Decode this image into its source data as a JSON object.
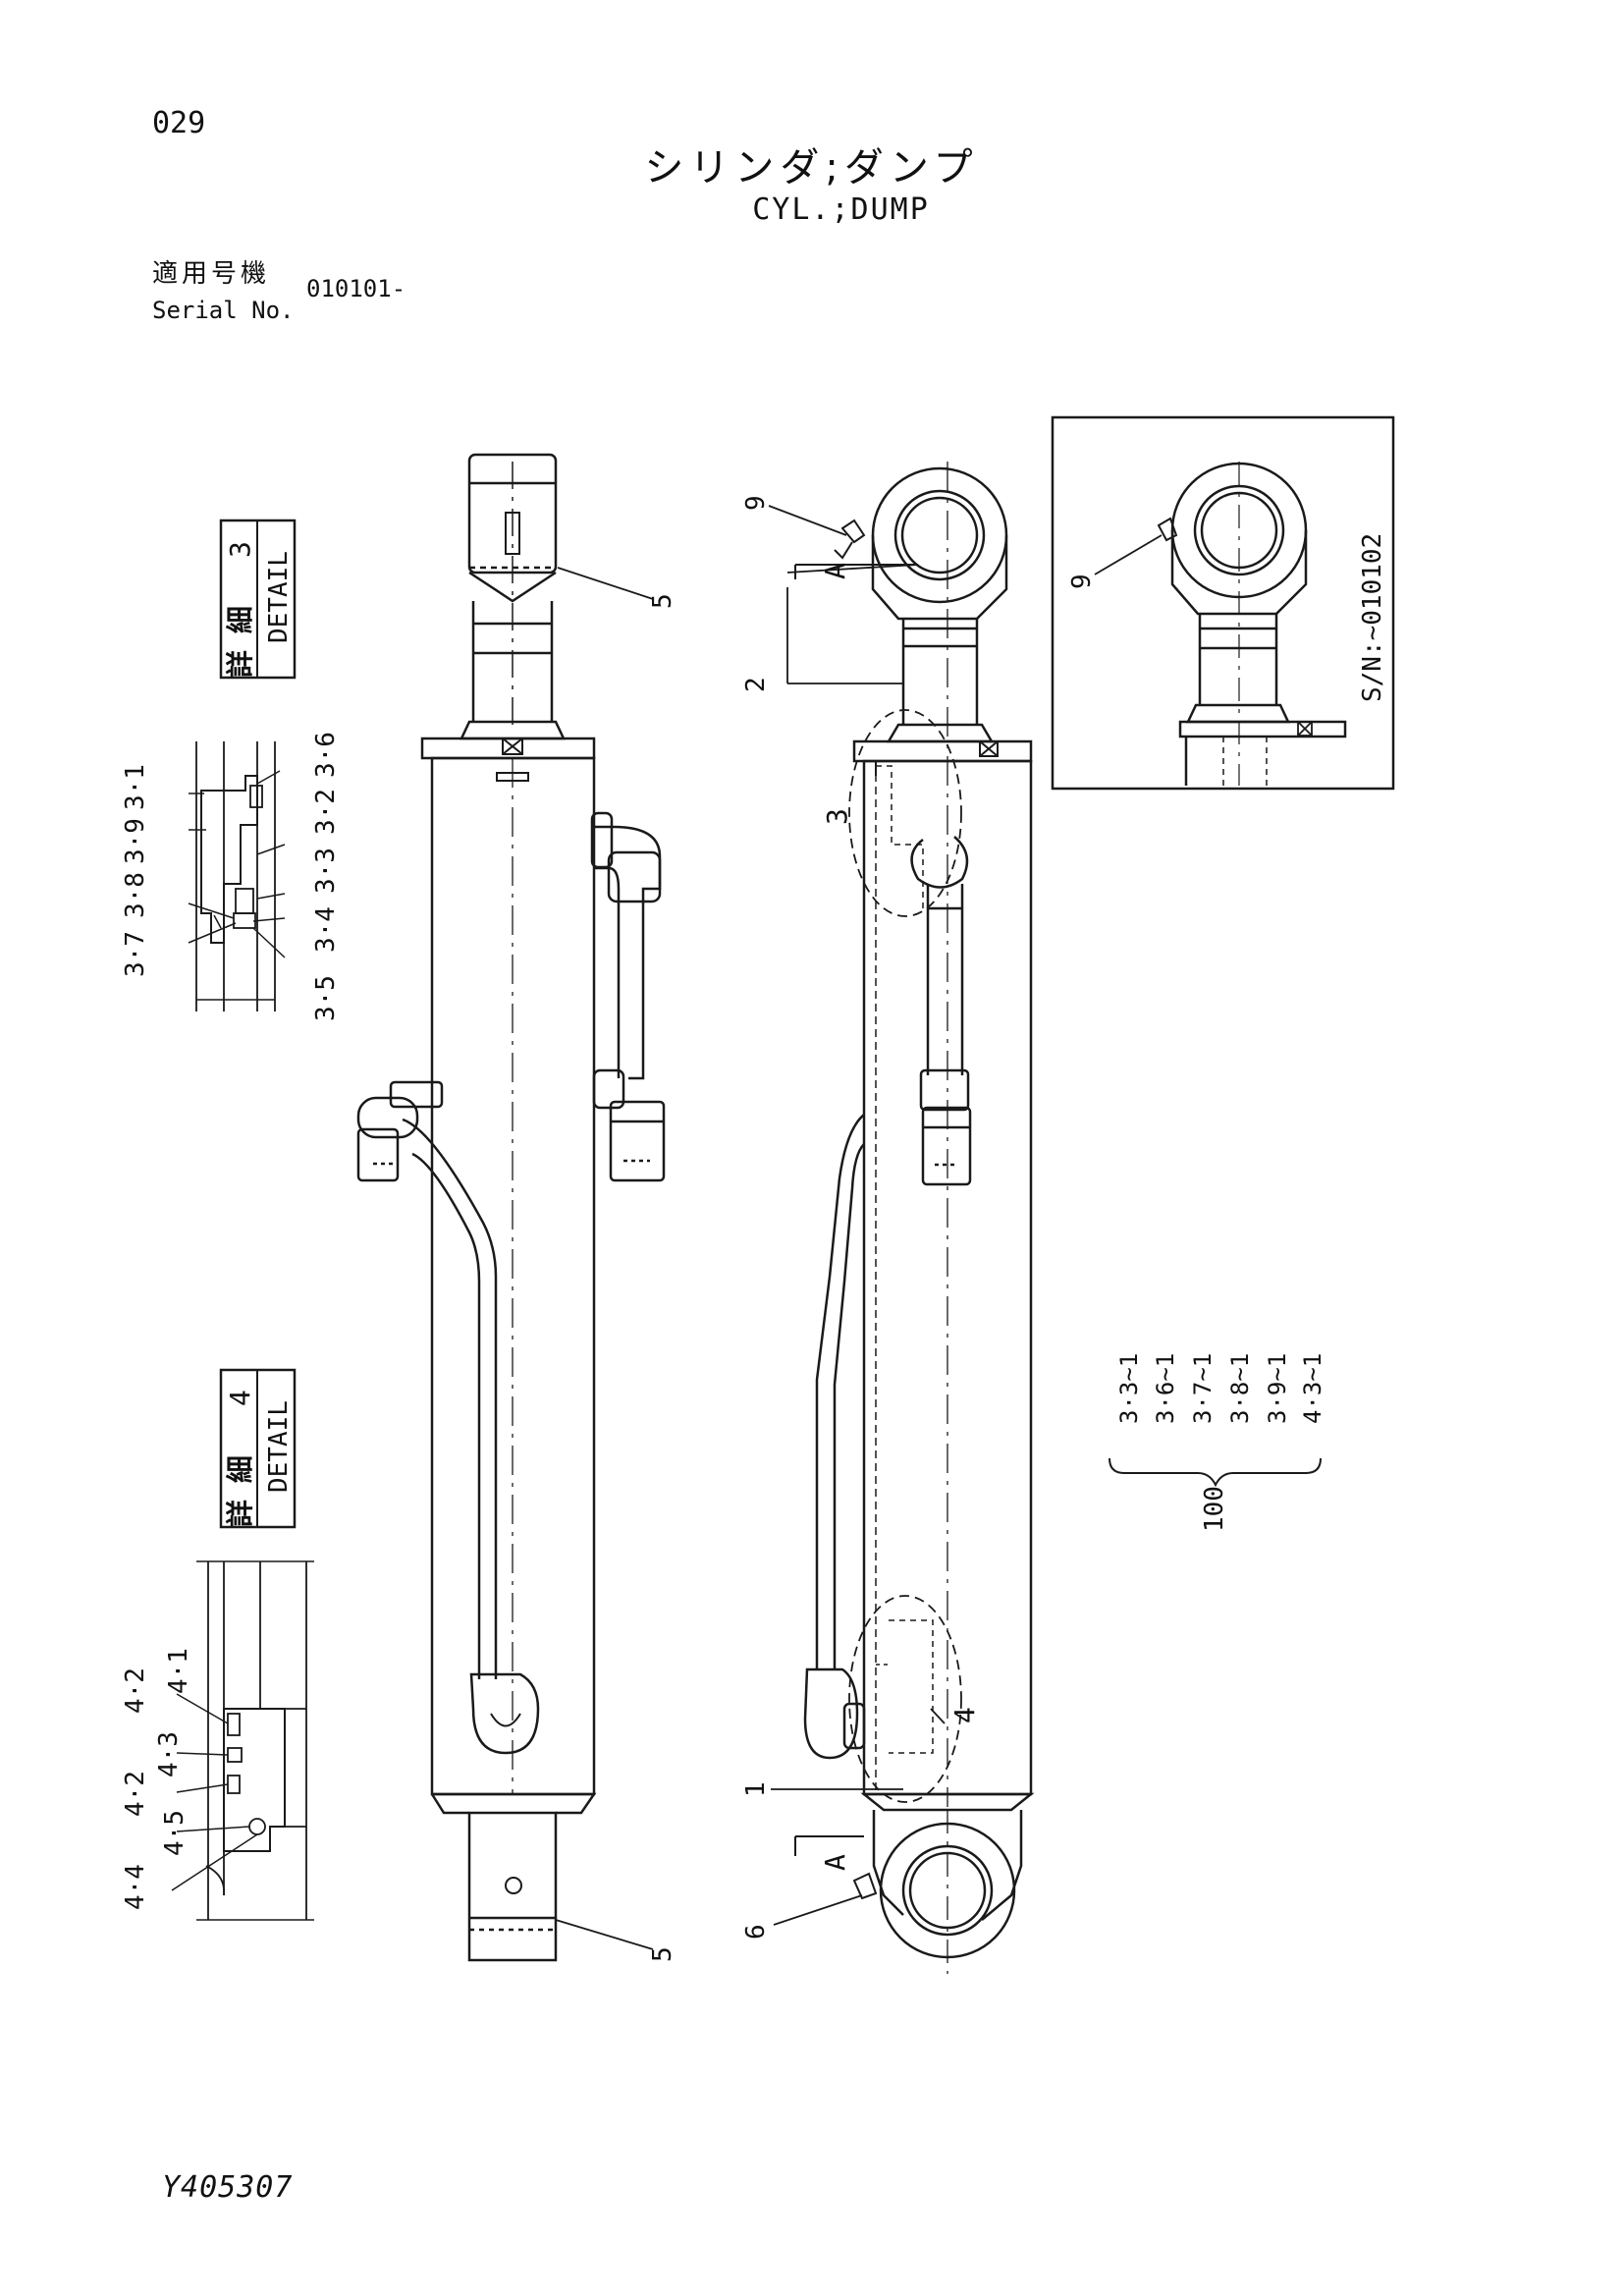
{
  "header": {
    "page_number": "029",
    "title_jp": "シリンダ;ダンプ",
    "title_en": "CYL.;DUMP",
    "serial_label_jp": "適用号機",
    "serial_label_en": "Serial No.",
    "serial_value": "010101-"
  },
  "details": {
    "detail3": {
      "label_jp": "詳 細",
      "label_en": "DETAIL",
      "number": "3"
    },
    "detail4": {
      "label_jp": "詳 細",
      "label_en": "DETAIL",
      "number": "4"
    }
  },
  "detail3_callouts": [
    "3·1",
    "3·9",
    "3·8",
    "3·7",
    "3·6",
    "3·2",
    "3·3",
    "3·4",
    "3·5"
  ],
  "detail4_callouts": [
    "4·2",
    "4·1",
    "4·3",
    "4·2",
    "4·5",
    "4·4"
  ],
  "main_callouts": {
    "c1": "1",
    "c2": "2",
    "c3": "3",
    "c4": "4",
    "c5_top": "5",
    "c5_bottom": "5",
    "c6": "6",
    "c9": "9",
    "c9_inset": "9",
    "section_a_top": "A",
    "section_a_bottom": "A"
  },
  "inset": {
    "serial_range": "S/N:~010102"
  },
  "kit": {
    "items": [
      "3·3~1",
      "3·6~1",
      "3·7~1",
      "3·8~1",
      "3·9~1",
      "4·3~1"
    ],
    "kit_number": "100"
  },
  "footer": {
    "drawing_id": "Y405307"
  },
  "colors": {
    "line": "#1a1a1a",
    "background": "#ffffff"
  }
}
